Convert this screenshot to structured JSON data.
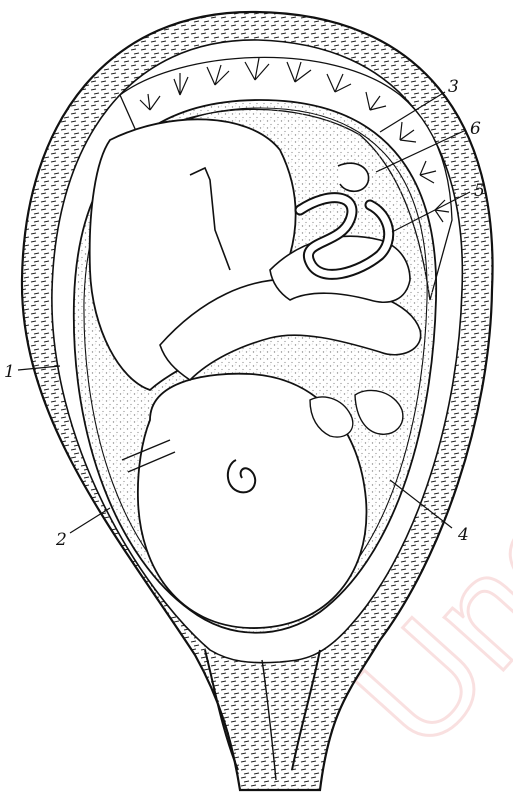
{
  "figure": {
    "labels": [
      {
        "key": "1",
        "text": "1"
      },
      {
        "key": "2",
        "text": "2"
      },
      {
        "key": "3",
        "text": "3"
      },
      {
        "key": "4",
        "text": "4"
      },
      {
        "key": "5",
        "text": "5"
      },
      {
        "key": "6",
        "text": "6"
      }
    ],
    "watermark": "Uner"
  },
  "colors": {
    "ink": "#111111",
    "stipple": "#9a9a9a",
    "paper": "#ffffff",
    "watermark": "#e25b5b"
  }
}
